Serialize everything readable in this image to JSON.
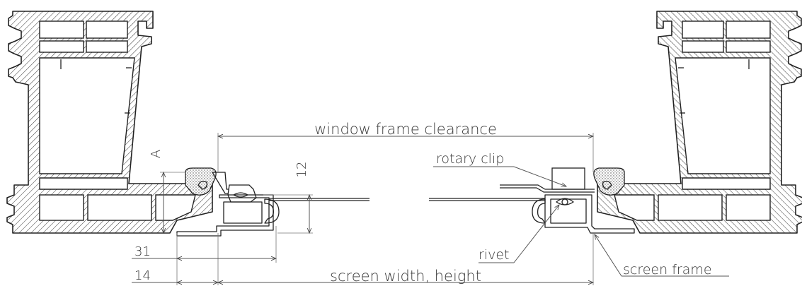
{
  "labels": {
    "clearance": "window frame clearance",
    "screen_size": "screen width, height",
    "rotary_clip": "rotary clip",
    "rivet": "rivet",
    "screen_frame": "screen frame",
    "dim_a": "A",
    "dim_12": "12",
    "dim_31": "31",
    "dim_14": "14"
  },
  "colors": {
    "line": "#222222",
    "text": "#3a3a3a",
    "background": "#ffffff"
  }
}
